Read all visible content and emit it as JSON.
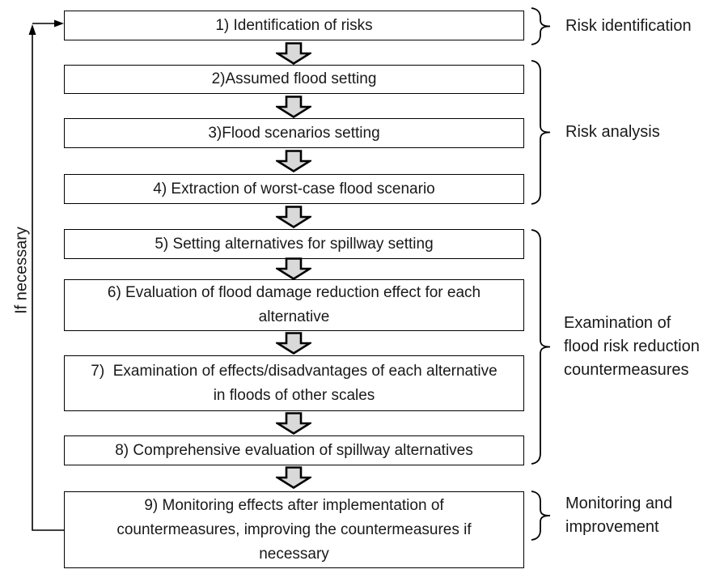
{
  "colors": {
    "background": "#ffffff",
    "box_fill": "#ffffff",
    "box_border": "#000000",
    "arrow_fill": "#d9d9d9",
    "arrow_border": "#000000",
    "text": "#191919"
  },
  "flow": {
    "feedback_label": "If necessary",
    "steps": [
      {
        "label": "1) Identification of risks"
      },
      {
        "label": "2)Assumed flood setting"
      },
      {
        "label": "3)Flood scenarios setting"
      },
      {
        "label": "4) Extraction of worst-case flood scenario"
      },
      {
        "label": "5) Setting alternatives for spillway setting"
      },
      {
        "label": "6) Evaluation of flood damage reduction effect for each alternative"
      },
      {
        "label": "7)  Examination of effects/disadvantages of each alternative in floods of other scales"
      },
      {
        "label": "8) Comprehensive evaluation of spillway alternatives"
      },
      {
        "label": "9) Monitoring effects after implementation of countermeasures, improving the countermeasures if necessary"
      }
    ],
    "phases": [
      {
        "label": "Risk identification"
      },
      {
        "label": "Risk analysis"
      },
      {
        "label": "Examination of flood risk reduction countermeasures"
      },
      {
        "label": "Monitoring and improvement"
      }
    ]
  }
}
